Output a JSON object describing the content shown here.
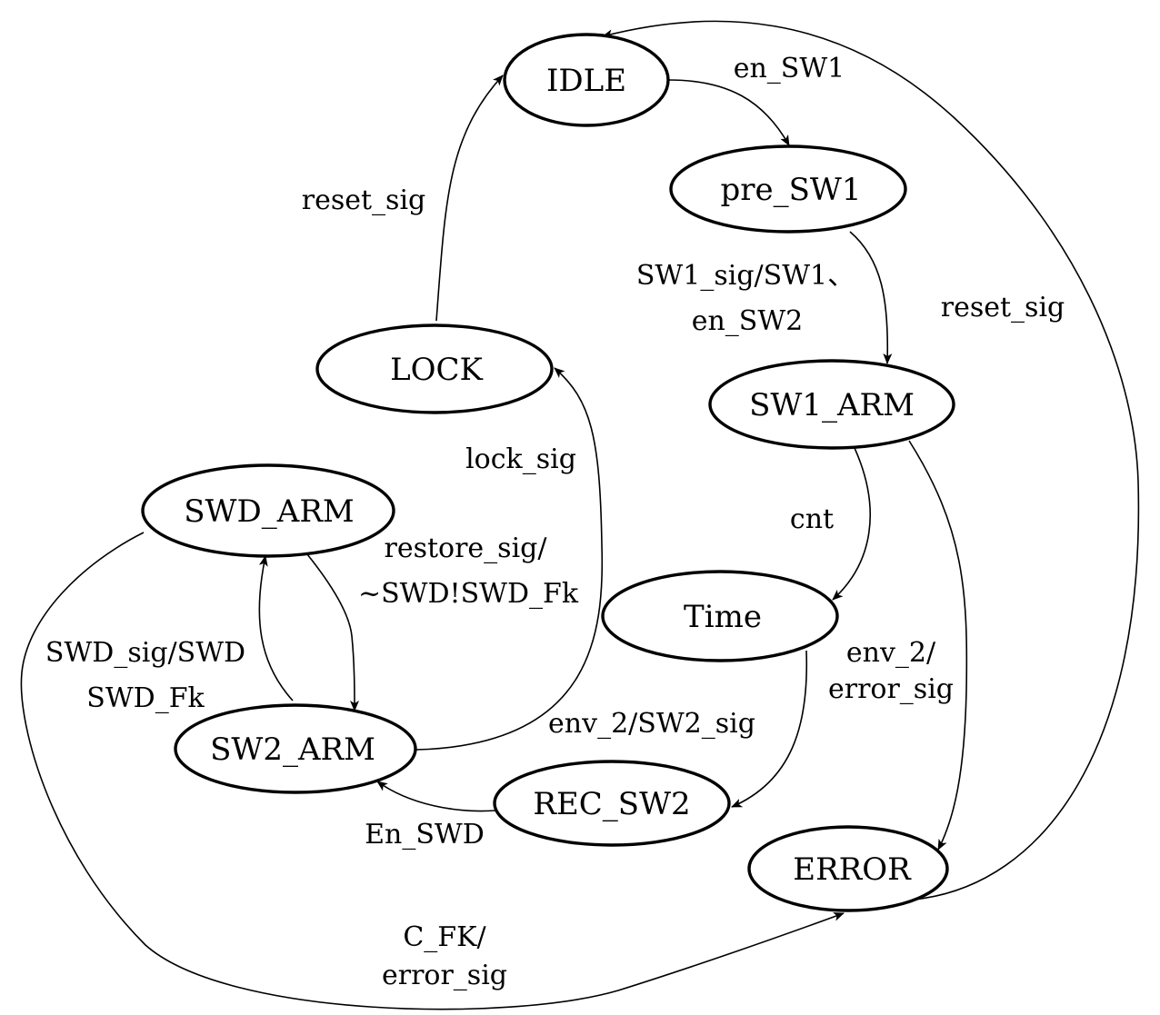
{
  "states": {
    "idle": "IDLE",
    "pre_sw1": "pre_SW1",
    "sw1_arm": "SW1_ARM",
    "lock": "LOCK",
    "swd_arm": "SWD_ARM",
    "time": "Time",
    "sw2_arm": "SW2_ARM",
    "rec_sw2": "REC_SW2",
    "error": "ERROR"
  },
  "transitions": {
    "idle_to_pre_sw1": "en_SW1",
    "lock_to_idle": "reset_sig",
    "pre_sw1_to_sw1_arm": [
      "SW1_sig/SW1、",
      "en_SW2"
    ],
    "error_to_idle": "reset_sig",
    "sw2_arm_to_lock": "lock_sig",
    "sw1_arm_to_time": "cnt",
    "swd_arm_to_sw2_arm": [
      "restore_sig/",
      "~SWD!SWD_Fk"
    ],
    "sw2_arm_to_swd_arm": [
      "SWD_sig/SWD",
      "SWD_Fk"
    ],
    "sw1_arm_to_error": [
      "env_2/",
      "error_sig"
    ],
    "time_to_rec_sw2": "env_2/SW2_sig",
    "rec_sw2_to_sw2_arm": "En_SWD",
    "swd_arm_to_error": [
      "C_FK/",
      "error_sig"
    ]
  }
}
